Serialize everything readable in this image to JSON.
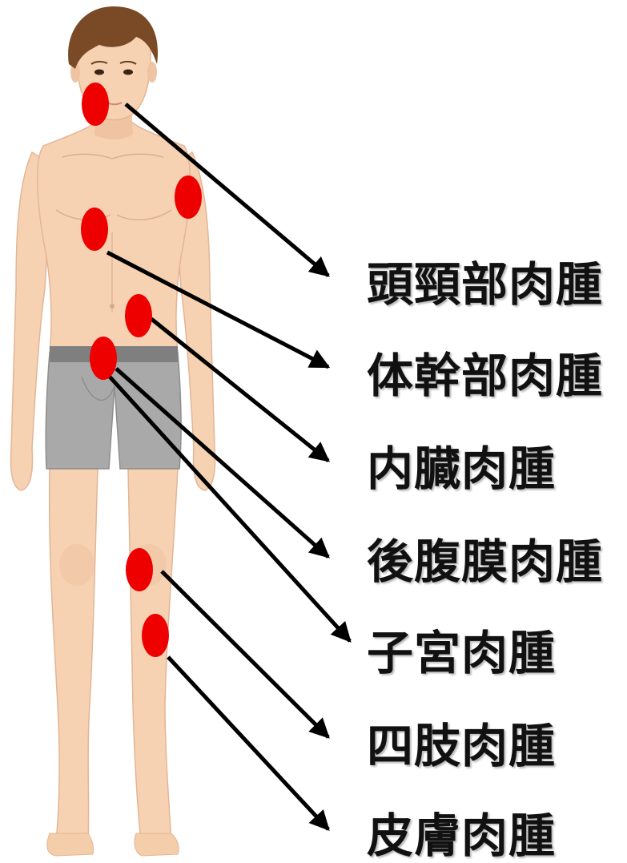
{
  "labels": {
    "head_neck": "頭頸部肉腫",
    "trunk": "体幹部肉腫",
    "visceral": "内臓肉腫",
    "retroperitoneal": "後腹膜肉腫",
    "uterine": "子宮肉腫",
    "limb": "四肢肉腫",
    "skin": "皮膚肉腫"
  },
  "colors": {
    "marker": "#ee0000",
    "skin": "#f6d2b3",
    "skin_shade": "#e9b998",
    "hair": "#7a4a26",
    "shorts": "#a9a9a9",
    "waistband": "#7f7f7f",
    "arrow": "#000000",
    "text": "#111111"
  }
}
